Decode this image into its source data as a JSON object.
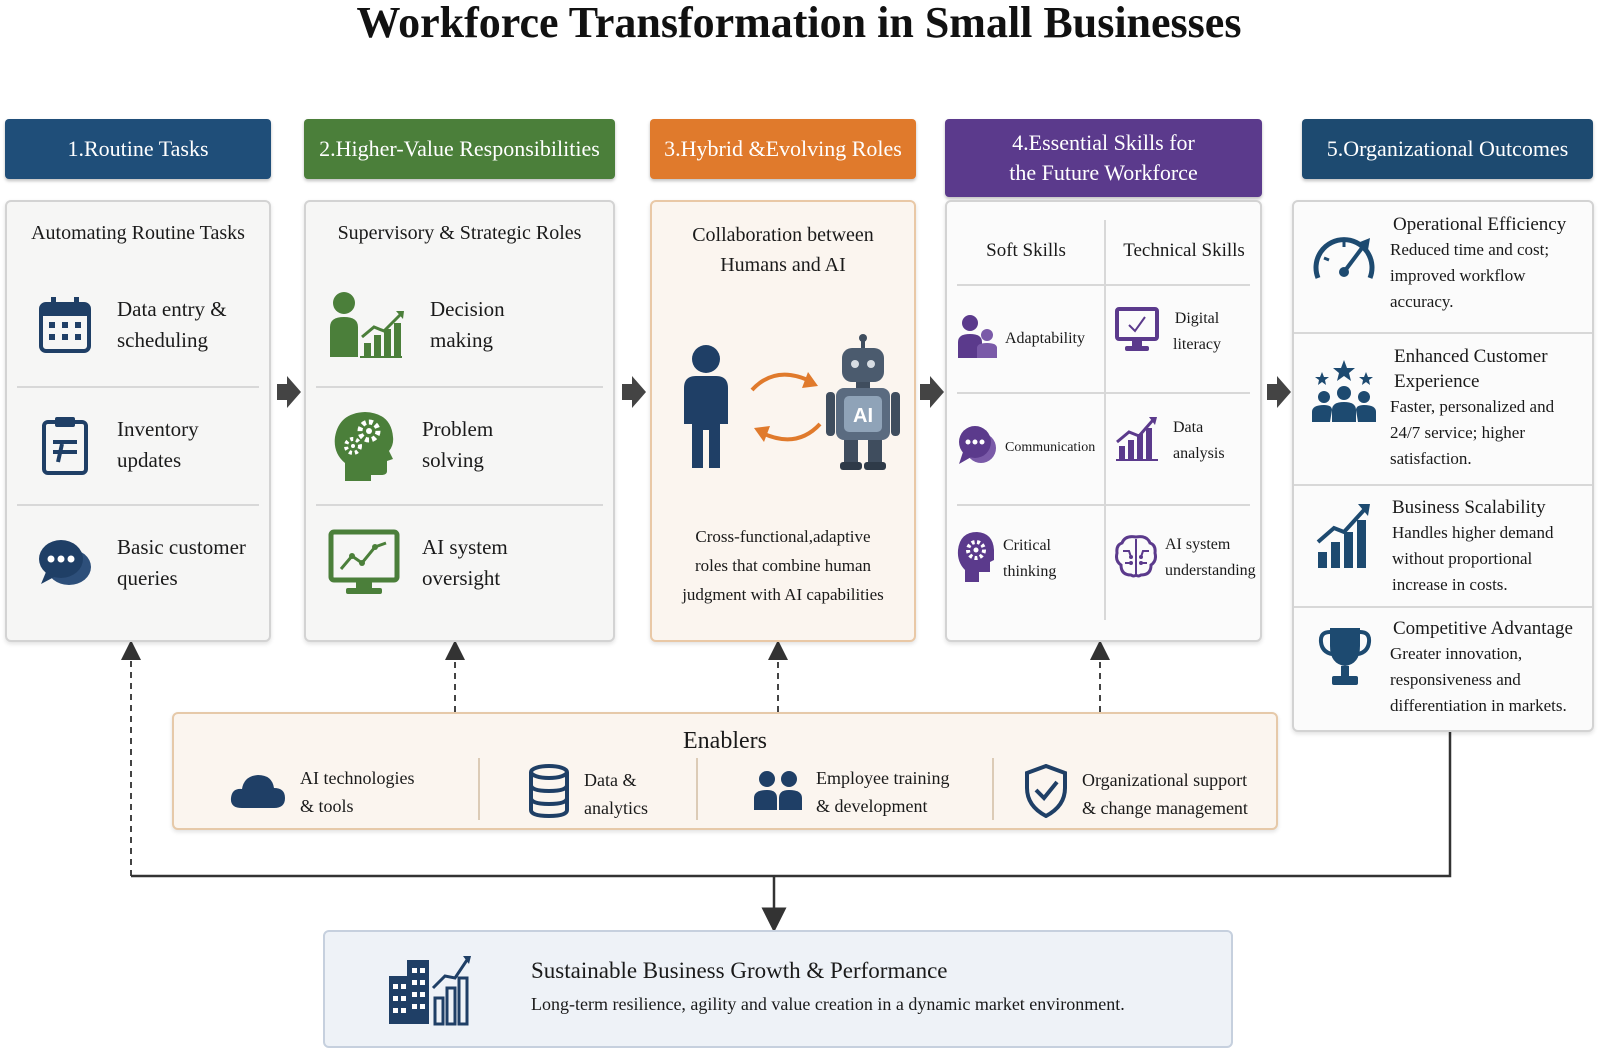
{
  "title": "Workforce Transformation in Small Businesses",
  "columns": [
    {
      "header": "1.Routine Tasks",
      "panel_title": "Automating Routine Tasks",
      "items": [
        {
          "label_1": "Data entry &",
          "label_2": "scheduling",
          "icon": "calendar-icon"
        },
        {
          "label_1": "Inventory",
          "label_2": "updates",
          "icon": "clipboard-icon"
        },
        {
          "label_1": "Basic customer",
          "label_2": "queries",
          "icon": "chat-bubble-icon"
        }
      ]
    },
    {
      "header": "2.Higher-Value Responsibilities",
      "panel_title": "Supervisory & Strategic Roles",
      "items": [
        {
          "label_1": "Decision",
          "label_2": "making",
          "icon": "person-chart-icon"
        },
        {
          "label_1": "Problem",
          "label_2": "solving",
          "icon": "head-gears-icon"
        },
        {
          "label_1": "AI system",
          "label_2": "oversight",
          "icon": "monitor-chart-icon"
        }
      ]
    },
    {
      "header": "3.Hybrid &Evolving Roles",
      "panel_title_1": "Collaboration between",
      "panel_title_2": "Humans and AI",
      "robot_label": "AI",
      "desc_1": "Cross-functional,adaptive",
      "desc_2": "roles that combine human",
      "desc_3": "judgment with AI capabilities"
    },
    {
      "header_1": "4.Essential Skills for",
      "header_2": "the Future Workforce",
      "soft_title": "Soft Skills",
      "tech_title": "Technical Skills",
      "soft": [
        {
          "label_1": "Adaptability",
          "label_2": "",
          "icon": "people-icon"
        },
        {
          "label_1": "Communication",
          "label_2": "",
          "icon": "speech-icon"
        },
        {
          "label_1": "Critical",
          "label_2": "thinking",
          "icon": "head-gear-icon"
        }
      ],
      "tech": [
        {
          "label_1": "Digital",
          "label_2": "literacy",
          "icon": "monitor-check-icon"
        },
        {
          "label_1": "Data",
          "label_2": "analysis",
          "icon": "bar-chart-icon"
        },
        {
          "label_1": "AI system",
          "label_2": "understanding",
          "icon": "brain-circuit-icon"
        }
      ]
    },
    {
      "header": "5.Organizational Outcomes",
      "items": [
        {
          "title": "Operational Efficiency",
          "lines": [
            "Reduced time and cost;",
            "improved workflow",
            "accuracy."
          ],
          "icon": "speedometer-icon"
        },
        {
          "title_1": "Enhanced Customer",
          "title_2": "Experience",
          "lines": [
            "Faster, personalized and",
            "24/7 service; higher",
            "satisfaction."
          ],
          "icon": "team-stars-icon"
        },
        {
          "title": "Business Scalability",
          "lines": [
            "Handles higher demand",
            "without proportional",
            "increase in costs."
          ],
          "icon": "growth-chart-icon"
        },
        {
          "title": "Competitive Advantage",
          "lines": [
            "Greater innovation,",
            "responsiveness and",
            "differentiation in markets."
          ],
          "icon": "trophy-icon"
        }
      ]
    }
  ],
  "enablers": {
    "title": "Enablers",
    "items": [
      {
        "label_1": "AI technologies",
        "label_2": "& tools",
        "icon": "cloud-icon"
      },
      {
        "label_1": "Data &",
        "label_2": "analytics",
        "icon": "database-icon"
      },
      {
        "label_1": "Employee training",
        "label_2": "& development",
        "icon": "people-group-icon"
      },
      {
        "label_1": "Organizational support",
        "label_2": "& change management",
        "icon": "shield-check-icon"
      }
    ]
  },
  "growth": {
    "title": "Sustainable Business Growth & Performance",
    "desc": "Long-term resilience, agility and value creation in a dynamic market environment.",
    "icon": "building-growth-icon"
  },
  "colors": {
    "blue": "#1f4e79",
    "green": "#4b7f3a",
    "orange": "#e07a2c",
    "purple": "#5b3a8c",
    "navy": "#1d4a70"
  }
}
